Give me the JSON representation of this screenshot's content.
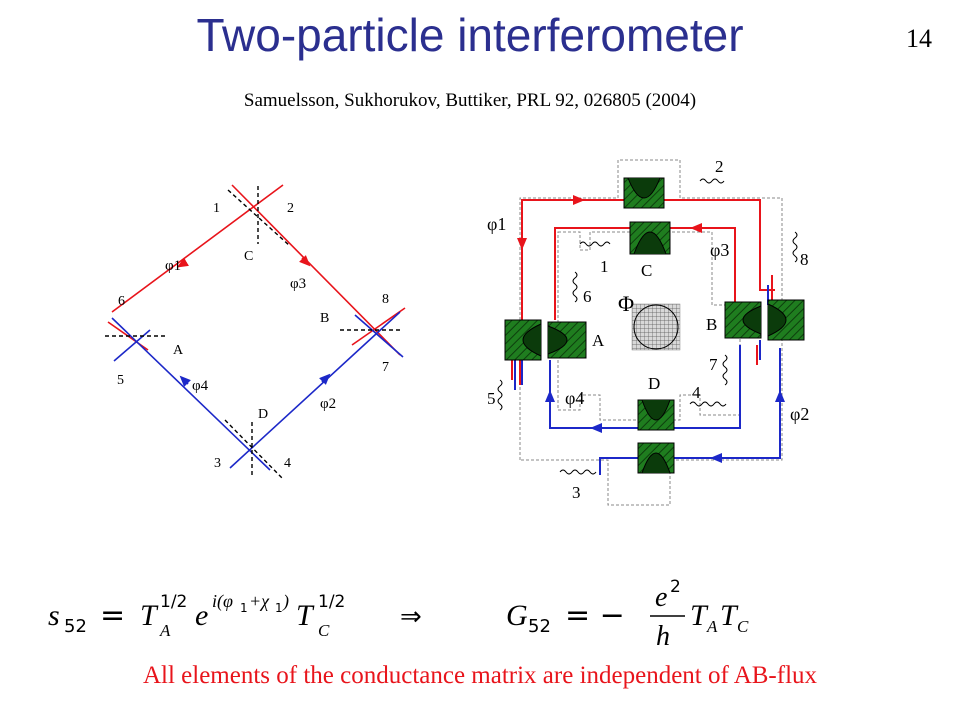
{
  "header": {
    "title": "Two-particle interferometer",
    "page_number": "14",
    "reference": "Samuelsson, Sukhorukov, Buttiker, PRL 92, 026805 (2004)"
  },
  "left_diagram": {
    "terminals": [
      "1",
      "2",
      "3",
      "4",
      "5",
      "6",
      "7",
      "8"
    ],
    "beam_splitters": [
      "A",
      "B",
      "C",
      "D"
    ],
    "phases": [
      "φ1",
      "φ2",
      "φ3",
      "φ4"
    ],
    "colors": {
      "top_paths": "#e8141b",
      "bottom_paths": "#1c28c8"
    }
  },
  "right_diagram": {
    "terminals": [
      "1",
      "2",
      "3",
      "4",
      "5",
      "6",
      "7",
      "8"
    ],
    "beam_splitters": [
      "A",
      "B",
      "C",
      "D"
    ],
    "phases": [
      "φ1",
      "φ2",
      "φ3",
      "φ4"
    ],
    "flux_label": "Φ",
    "colors": {
      "gate": "#1f7d1f",
      "red_edge": "#e8141b",
      "blue_edge": "#1c28c8"
    }
  },
  "equations": {
    "s52": {
      "lhs": "s",
      "lhs_sub": "52",
      "eq": "=",
      "t": "T",
      "t_a_sup": "1/2",
      "t_a_sub": "A",
      "e": "e",
      "exp": "i(φ",
      "exp_sub1": "1",
      "exp_mid": "+χ",
      "exp_sub2": "1",
      "exp_end": ")",
      "t_c_sup": "1/2",
      "t_c_sub": "C",
      "arrow": "⇒"
    },
    "g52": {
      "lhs": "G",
      "lhs_sub": "52",
      "eq": "= −",
      "num": "e",
      "num_sup": "2",
      "den": "h",
      "t1": "T",
      "t1_sub": "A",
      "t2": "T",
      "t2_sub": "C"
    }
  },
  "footer": {
    "statement": "All elements of the conductance matrix are independent of AB-flux"
  }
}
